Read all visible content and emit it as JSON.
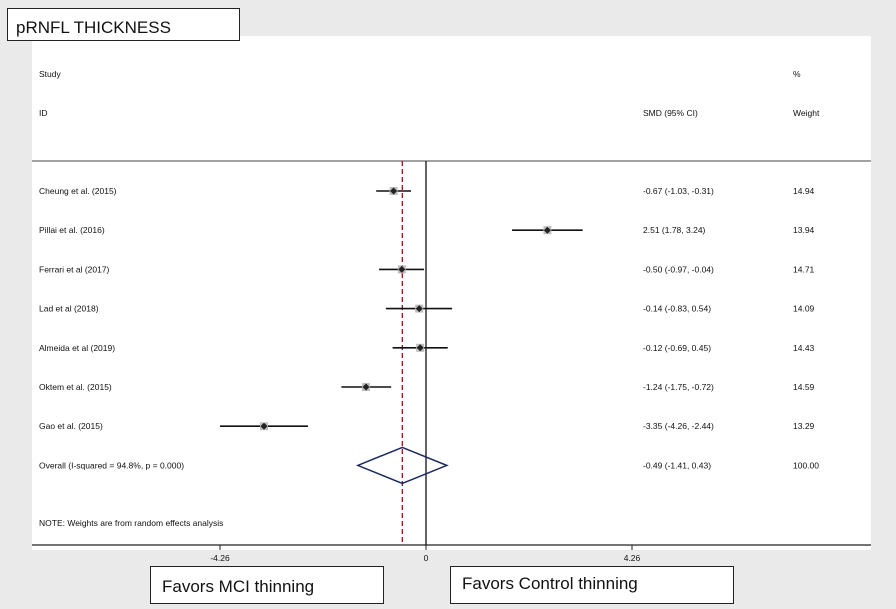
{
  "title": "pRNFL THICKNESS",
  "headers": {
    "study_line1": "Study",
    "study_line2": "ID",
    "smd": "SMD (95% CI)",
    "weight_line1": "%",
    "weight_line2": "Weight"
  },
  "note": "NOTE: Weights are from random effects analysis",
  "favors_left": "Favors MCI thinning",
  "favors_right": "Favors Control thinning",
  "colors": {
    "ref_line": "#8b1a1a",
    "diamond": "#1a2a5e",
    "marker": "#222222"
  },
  "chart_data": {
    "type": "forest",
    "x_ticks": [
      "-4.26",
      "0",
      "4.26"
    ],
    "xlim": [
      -4.26,
      4.26
    ],
    "null_value": 0,
    "overall_reference": -0.49,
    "studies": [
      {
        "label": "Cheung et al. (2015)",
        "smd": -0.67,
        "lo": -1.03,
        "hi": -0.31,
        "ci_text": "-0.67 (-1.03, -0.31)",
        "weight": "14.94"
      },
      {
        "label": "Pillai et al. (2016)",
        "smd": 2.51,
        "lo": 1.78,
        "hi": 3.24,
        "ci_text": "2.51 (1.78, 3.24)",
        "weight": "13.94"
      },
      {
        "label": "Ferrari et al (2017)",
        "smd": -0.5,
        "lo": -0.97,
        "hi": -0.04,
        "ci_text": "-0.50 (-0.97, -0.04)",
        "weight": "14.71"
      },
      {
        "label": "Lad et al (2018)",
        "smd": -0.14,
        "lo": -0.83,
        "hi": 0.54,
        "ci_text": "-0.14 (-0.83, 0.54)",
        "weight": "14.09"
      },
      {
        "label": "Almeida et al (2019)",
        "smd": -0.12,
        "lo": -0.69,
        "hi": 0.45,
        "ci_text": "-0.12 (-0.69, 0.45)",
        "weight": "14.43"
      },
      {
        "label": "Oktem et al. (2015)",
        "smd": -1.24,
        "lo": -1.75,
        "hi": -0.72,
        "ci_text": "-1.24 (-1.75, -0.72)",
        "weight": "14.59"
      },
      {
        "label": "Gao et al. (2015)",
        "smd": -3.35,
        "lo": -4.26,
        "hi": -2.44,
        "ci_text": "-3.35 (-4.26, -2.44)",
        "weight": "13.29"
      }
    ],
    "overall": {
      "label": "Overall  (I-squared = 94.8%, p = 0.000)",
      "smd": -0.49,
      "lo": -1.41,
      "hi": 0.43,
      "ci_text": "-0.49 (-1.41, 0.43)",
      "weight": "100.00"
    }
  }
}
